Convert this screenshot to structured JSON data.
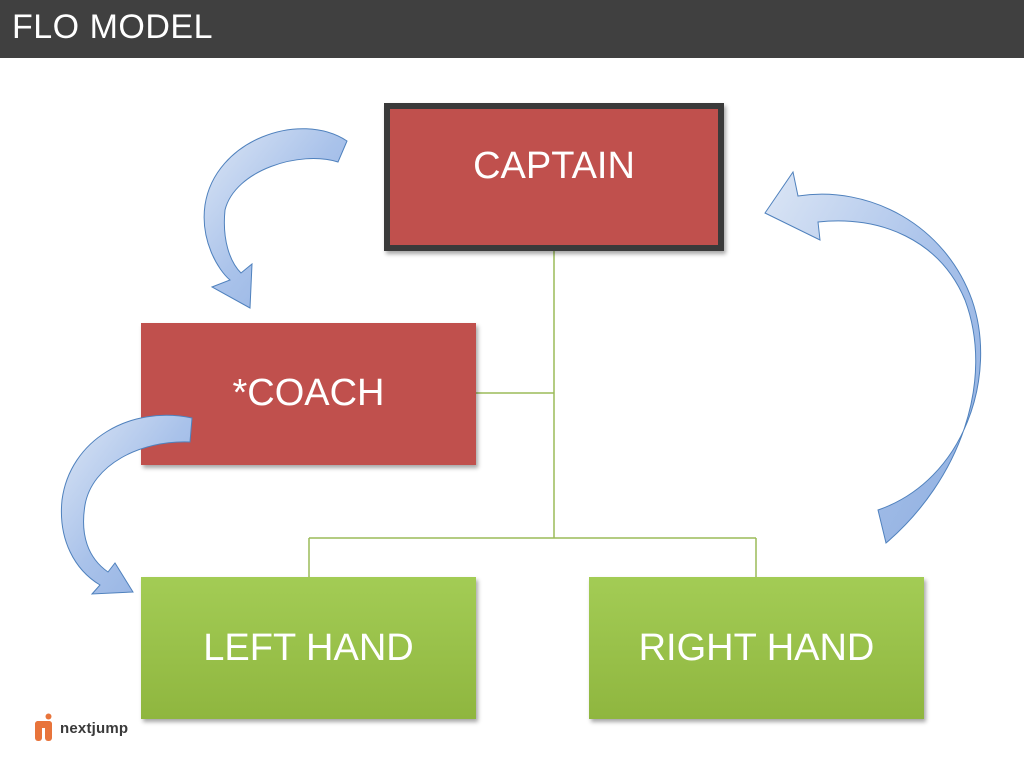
{
  "slide": {
    "title": "FLO MODEL"
  },
  "nodes": {
    "captain": "CAPTAIN",
    "coach": "*COACH",
    "left_hand": "LEFT HAND",
    "right_hand": "RIGHT HAND"
  },
  "logo": {
    "text": "nextjump",
    "icon": "nextjump-logo-icon"
  },
  "colors": {
    "title_bar": "#404040",
    "red_box": "#c0504d",
    "green_box": "#9bbb59",
    "arrow_fill": "#b4c9ec",
    "connector": "#9bbb59",
    "logo_accent": "#e8743b"
  }
}
